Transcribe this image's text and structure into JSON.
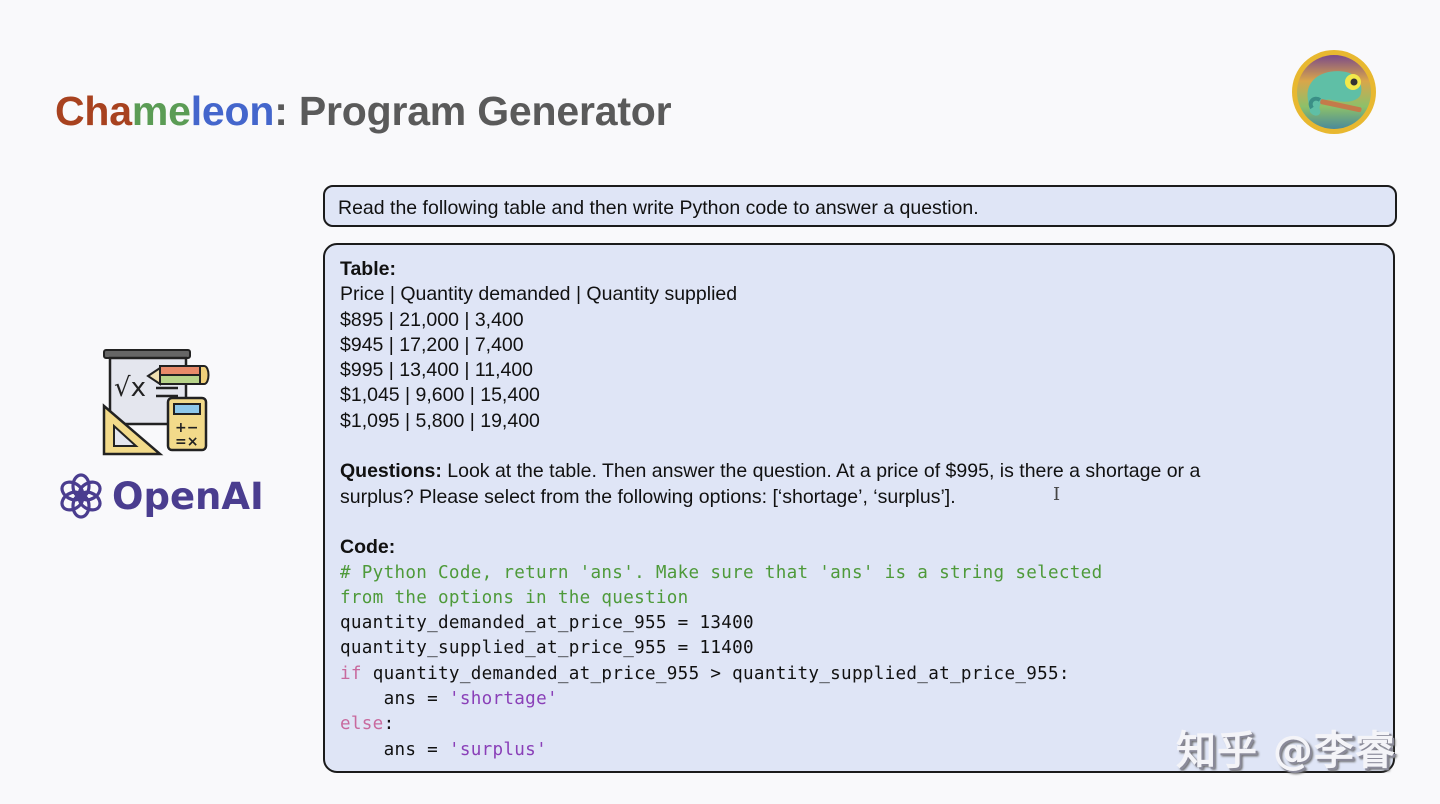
{
  "header": {
    "title_parts": [
      "Cha",
      "me",
      "leon",
      ": Program Generator"
    ],
    "title_colors": {
      "cha": "#a8421f",
      "me": "#5b9c55",
      "leon": "#4466cc",
      "rest": "#5a5a5a"
    },
    "logo_icon": "chameleon-logo-icon"
  },
  "sidebar": {
    "tool_icon": "math-tools-icon",
    "brand_icon": "openai-knot-icon",
    "brand_label": "OpenAI"
  },
  "instruction": {
    "text": "Read the following table and then write Python code to answer a question."
  },
  "table": {
    "label": "Table:",
    "header": "Price | Quantity demanded | Quantity supplied",
    "rows": [
      "$895 | 21,000 | 3,400",
      "$945 | 17,200 | 7,400",
      "$995 | 13,400 | 11,400",
      "$1,045 | 9,600 | 15,400",
      "$1,095 | 5,800 | 19,400"
    ]
  },
  "question": {
    "label": "Questions:",
    "line1": " Look at the table. Then answer the question. At a price of $995, is there a shortage or a",
    "line2": "surplus? Please select from the following options: [‘shortage’, ‘surplus’]."
  },
  "code": {
    "label": "Code:",
    "comment1": "# Python Code, return 'ans'. Make sure that 'ans' is a string selected",
    "comment2": "from the options in the question",
    "line3": "quantity_demanded_at_price_955 = 13400",
    "line4": "quantity_supplied_at_price_955 = 11400",
    "if_kw": "if",
    "if_rest": " quantity_demanded_at_price_955 > quantity_supplied_at_price_955:",
    "ans1_prefix": "    ans = ",
    "ans1_str": "'shortage'",
    "else_kw": "else",
    "else_colon": ":",
    "ans2_prefix": "    ans = ",
    "ans2_str": "'surplus'"
  },
  "cursor": {
    "glyph": "I"
  },
  "watermark": {
    "text": "知乎 @李睿"
  }
}
